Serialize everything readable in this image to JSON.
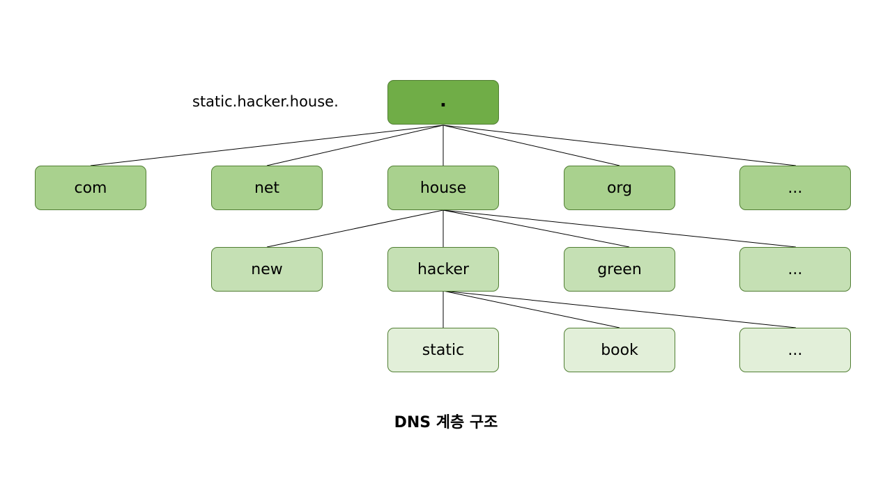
{
  "diagram": {
    "fqdn": "static.hacker.house.",
    "caption": "DNS 계층 구조",
    "root": {
      "label": "."
    },
    "tld": [
      {
        "label": "com"
      },
      {
        "label": "net"
      },
      {
        "label": "house"
      },
      {
        "label": "org"
      },
      {
        "label": "..."
      }
    ],
    "second_level": [
      {
        "label": "new"
      },
      {
        "label": "hacker"
      },
      {
        "label": "green"
      },
      {
        "label": "..."
      }
    ],
    "third_level": [
      {
        "label": "static"
      },
      {
        "label": "book"
      },
      {
        "label": "..."
      }
    ],
    "colors": {
      "root": "#70ad47",
      "tld": "#a9d18e",
      "second_level": "#c5e0b4",
      "third_level": "#e2efd9",
      "border": "#507e32"
    }
  }
}
